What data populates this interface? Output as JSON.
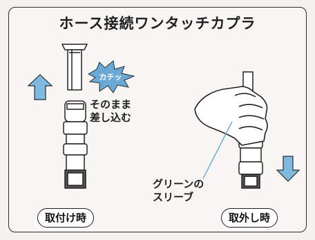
{
  "title": "ホース接続ワンタッチカプラ",
  "burst": "カチッ",
  "instruction": [
    "そのまま",
    "差し込む"
  ],
  "sleeve_label": [
    "グリーンの",
    "スリーブ"
  ],
  "attach_label": "取付け時",
  "detach_label": "取外し時",
  "colors": {
    "arrow": "#7fb9e0",
    "burst": "#6aa8d6",
    "line": "#222222"
  }
}
